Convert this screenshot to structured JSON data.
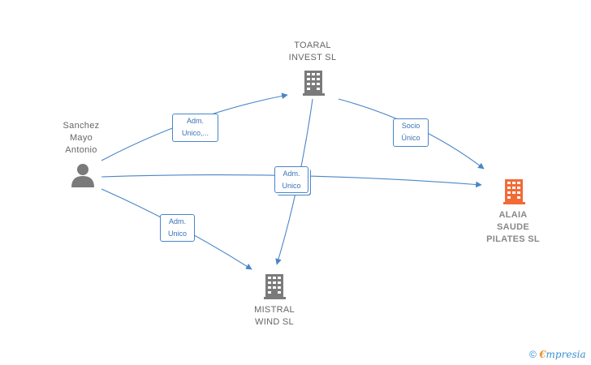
{
  "nodes": {
    "toaral": {
      "label": "TOARAL\nINVEST  SL",
      "color": "#7a7a7a"
    },
    "sanchez": {
      "label": "Sanchez\nMayo\nAntonio",
      "color": "#7a7a7a"
    },
    "alaia": {
      "label": "ALAIA\nSAUDE\nPILATES  SL",
      "color": "#f26a35"
    },
    "mistral": {
      "label": "MISTRAL\nWIND  SL",
      "color": "#7a7a7a"
    }
  },
  "edges": {
    "sanchez_toaral": "Adm.\nUnico,...",
    "toaral_alaia": "Socio\nÚnico",
    "center": "Adm.\nUnico",
    "sanchez_mistral": "Adm.\nUnico"
  },
  "colors": {
    "edge": "#4a86c8"
  },
  "footer": {
    "copyright": "©",
    "brand_e": "€",
    "brand_rest": "mpresia"
  }
}
